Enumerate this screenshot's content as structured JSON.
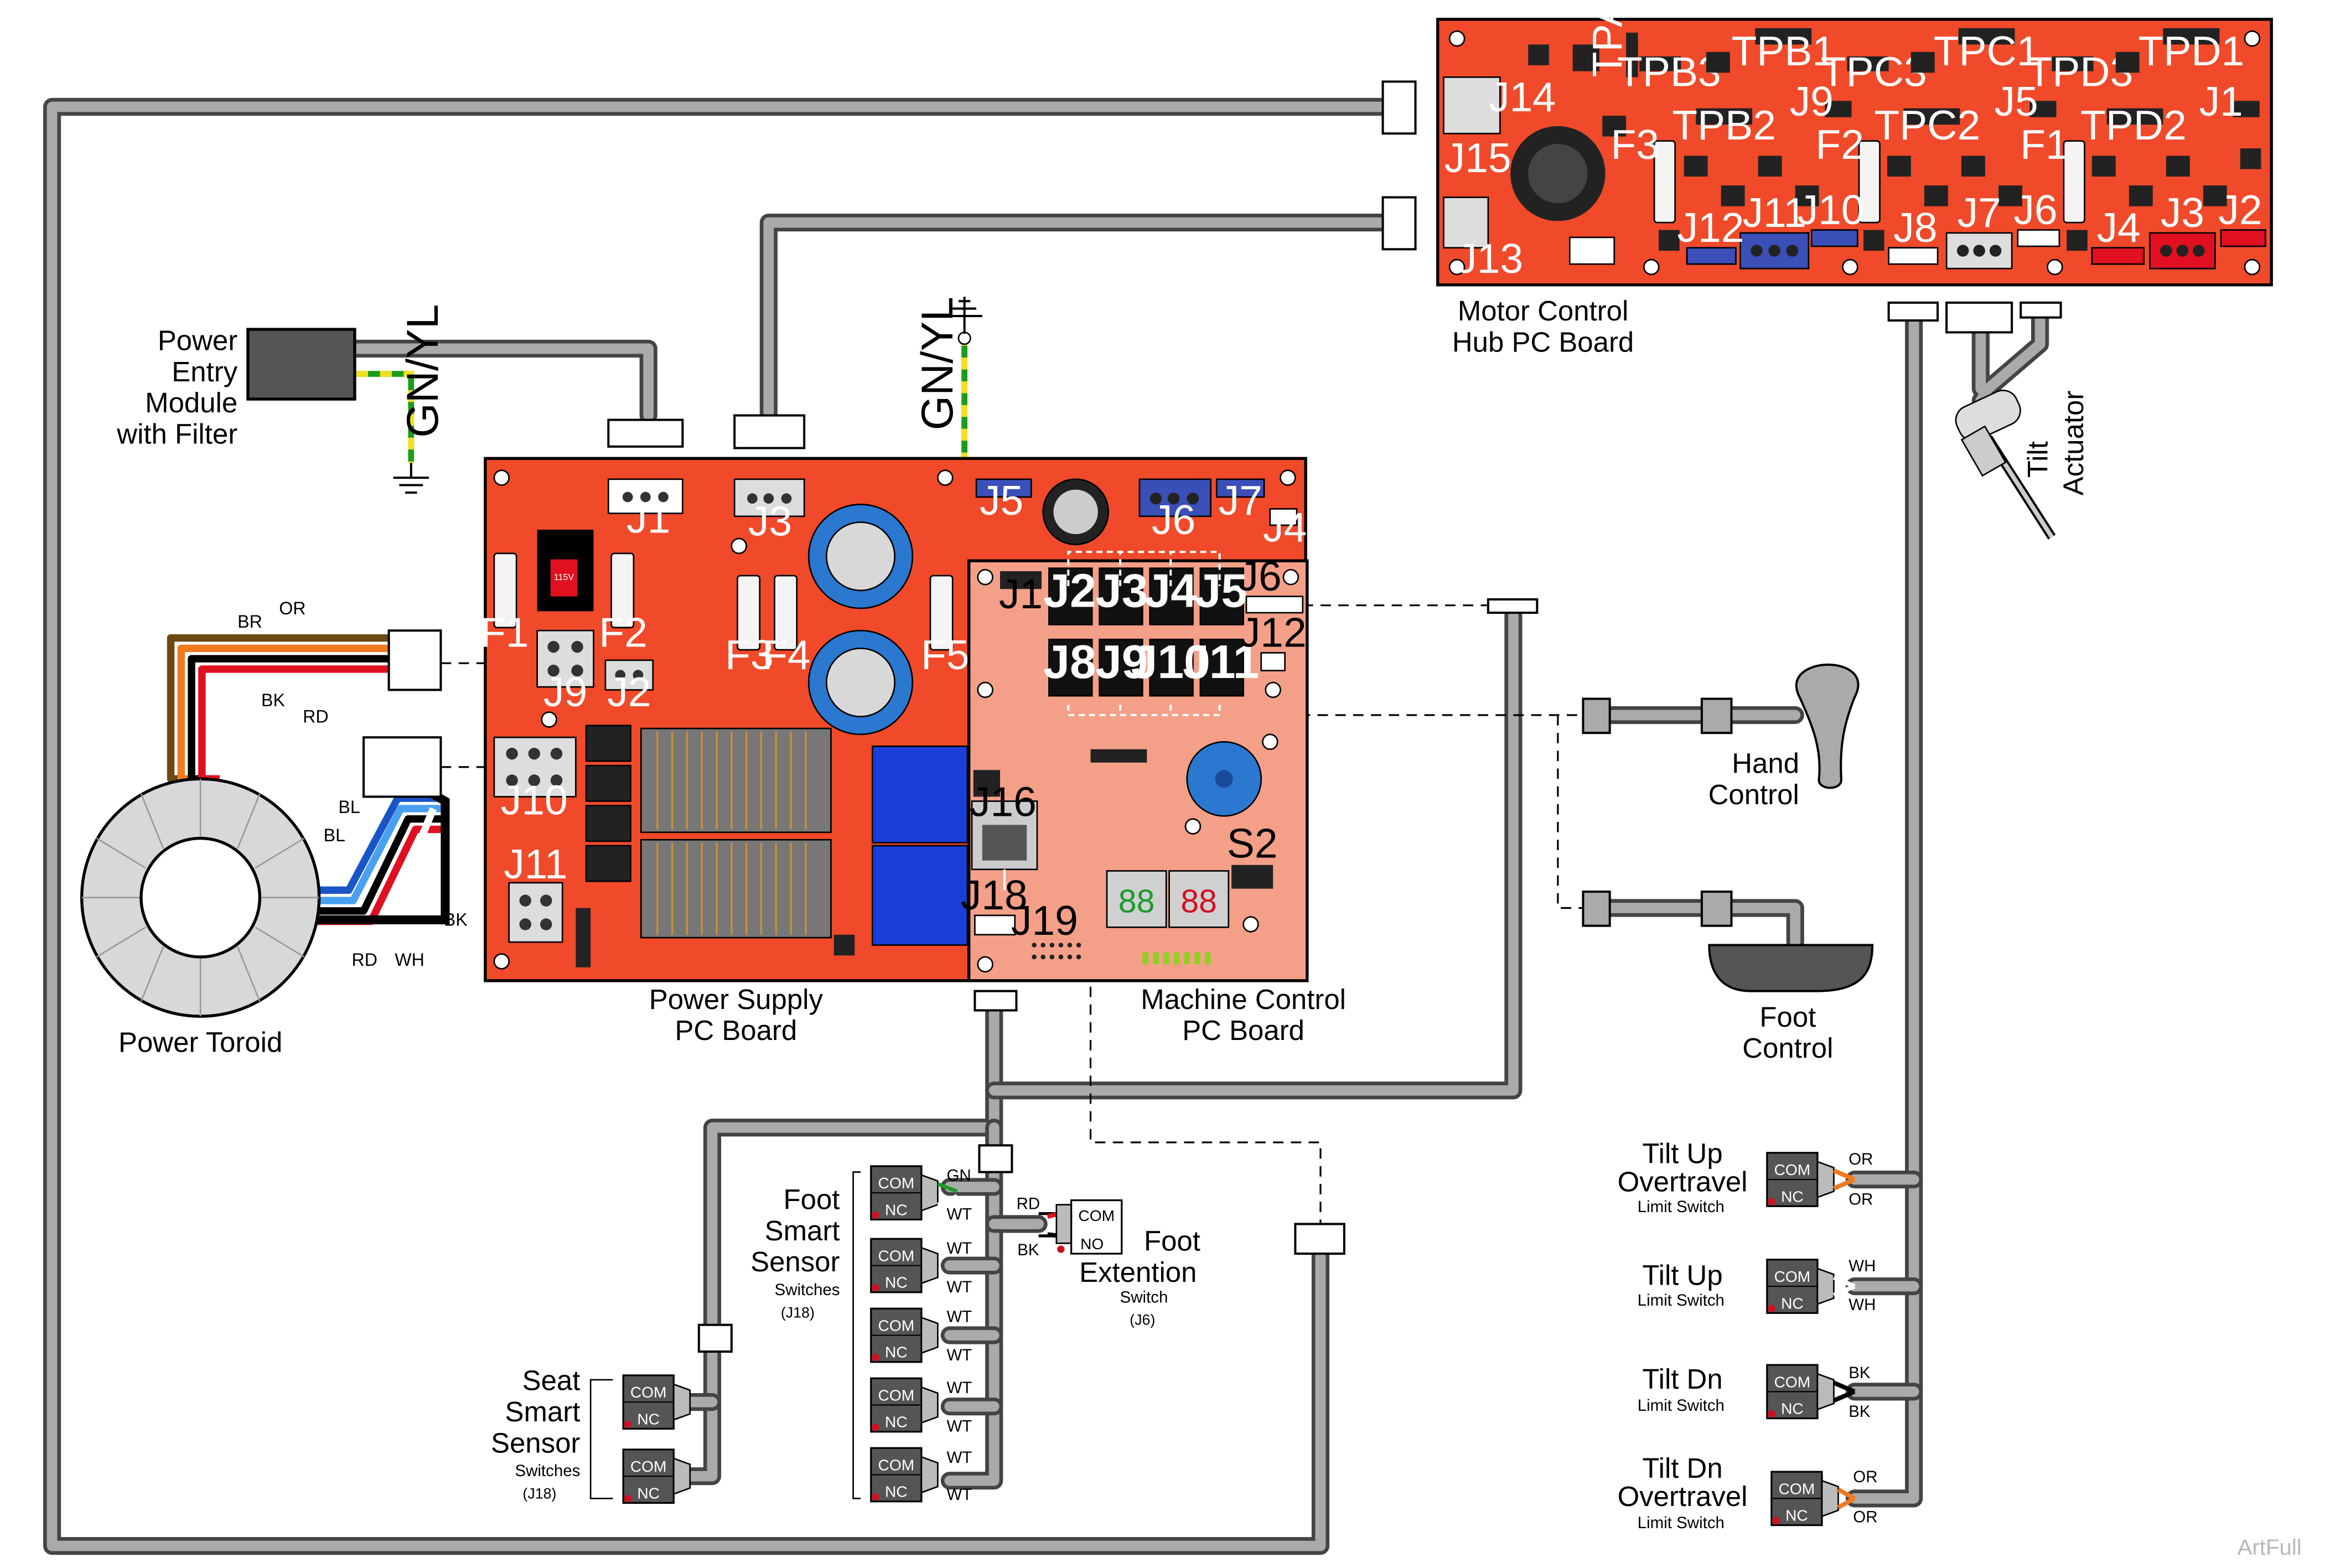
{
  "boards": {
    "motor_hub": {
      "name": [
        "Motor Control",
        "Hub PC Board"
      ],
      "test_points": [
        "TPA",
        "TPB1",
        "TPB3",
        "TPC3",
        "TPC1",
        "TPD3",
        "TPD1",
        "TPB2",
        "TPC2",
        "TPD2"
      ],
      "connectors": [
        "J14",
        "J15",
        "J13",
        "J12",
        "J11",
        "J10",
        "J9",
        "J8",
        "J7",
        "J6",
        "J5",
        "J4",
        "J3",
        "J2",
        "J1"
      ],
      "fuses": [
        "F3",
        "F2",
        "F1"
      ]
    },
    "power_supply": {
      "name": [
        "Power Supply",
        "PC Board"
      ],
      "connectors": [
        "J1",
        "J3",
        "J5",
        "J6",
        "J7",
        "J4",
        "J9",
        "J2",
        "J10",
        "J11"
      ],
      "fuses": [
        "F1",
        "F2",
        "F3",
        "F4",
        "F5"
      ],
      "switch_label": "115V"
    },
    "machine_control": {
      "name": [
        "Machine Control",
        "PC Board"
      ],
      "connectors": [
        "J1",
        "J2",
        "J3",
        "J4",
        "J5",
        "J6",
        "J12",
        "J8",
        "J9",
        "J10",
        "J11",
        "J16",
        "J18",
        "J19",
        "S2"
      ],
      "display": "88"
    }
  },
  "components": {
    "power_entry": [
      "Power",
      "Entry",
      "Module",
      "with Filter"
    ],
    "power_toroid": "Power Toroid",
    "hand_control": [
      "Hand",
      "Control"
    ],
    "foot_control": [
      "Foot",
      "Control"
    ],
    "tilt_actuator": [
      "Tilt",
      "Actuator"
    ]
  },
  "wire_labels": {
    "gnyl": "GN/YL",
    "br": "BR",
    "or": "OR",
    "bk": "BK",
    "rd": "RD",
    "bl": "BL",
    "wh": "WH",
    "gn": "GN",
    "wt": "WT"
  },
  "switch_groups": {
    "foot_smart": {
      "title": [
        "Foot",
        "Smart",
        "Sensor"
      ],
      "sub": "Switches",
      "conn": "(J18)"
    },
    "seat_smart": {
      "title": [
        "Seat",
        "Smart",
        "Sensor"
      ],
      "sub": "Switches",
      "conn": "(J18)"
    },
    "foot_ext": {
      "title": [
        "Foot",
        "Extention"
      ],
      "sub": "Switch",
      "conn": "(J6)"
    },
    "tilt_up_over": {
      "title": [
        "Tilt Up",
        "Overtravel"
      ],
      "sub": "Limit Switch"
    },
    "tilt_up": {
      "title": [
        "Tilt Up"
      ],
      "sub": "Limit Switch"
    },
    "tilt_dn": {
      "title": [
        "Tilt Dn"
      ],
      "sub": "Limit Switch"
    },
    "tilt_dn_over": {
      "title": [
        "Tilt Dn",
        "Overtravel"
      ],
      "sub": "Limit Switch"
    }
  },
  "switch_terms": {
    "com": "COM",
    "nc": "NC",
    "no": "NO"
  },
  "watermark": "ArtFull"
}
